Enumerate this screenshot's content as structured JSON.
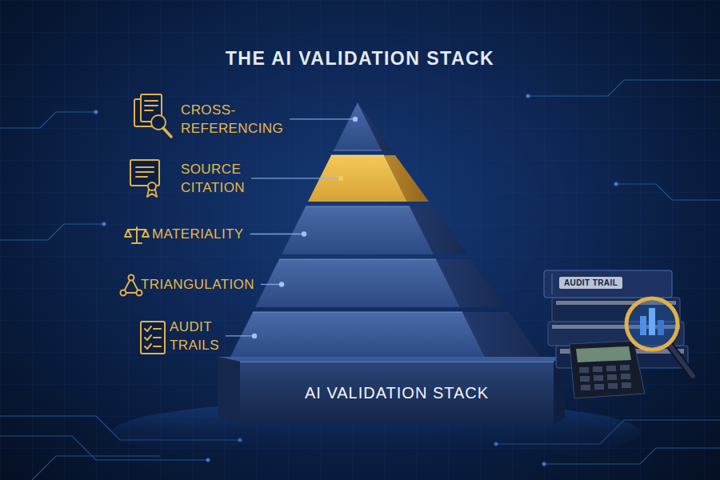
{
  "diagram": {
    "title": "THE AI VALIDATION STACK",
    "nodes": [
      {
        "text": [
          "AI VALIDATION STACK"
        ]
      }
    ],
    "labels": [
      "CROSS- REFERENCING",
      "SOURCE CITATION",
      "MATERIALITY",
      "TRIANGULATION",
      "AUDIT TRAILS",
      "AUDIT TRAIL"
    ]
  }
}
